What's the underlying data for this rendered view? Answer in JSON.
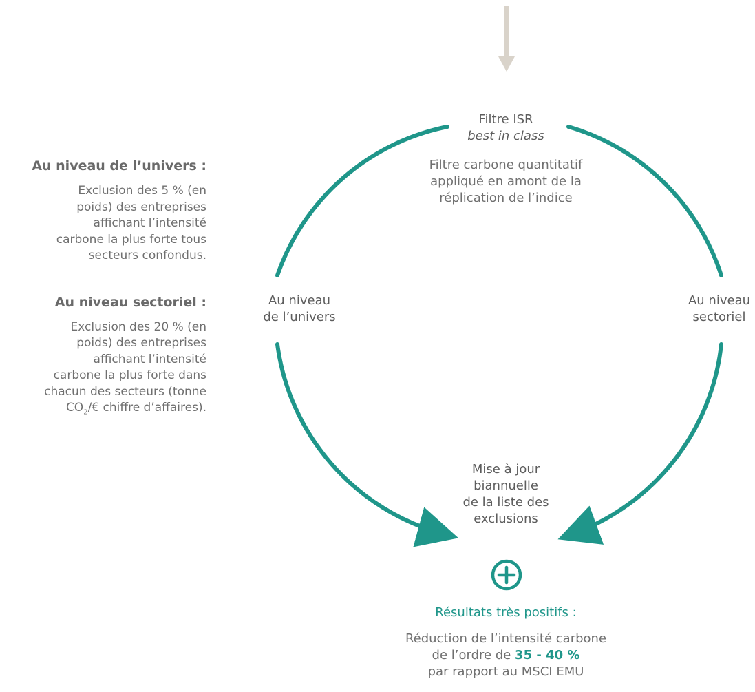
{
  "colors": {
    "teal": "#1f968a",
    "top_arrow": "#d9d3ca",
    "text": "#6f6f6f"
  },
  "left": {
    "univers_heading": "Au niveau de l’univers :",
    "univers_lines": [
      "Exclusion des 5 % (en",
      "poids) des entreprises",
      "affichant l’intensité",
      "carbone la plus forte tous",
      "secteurs confondus."
    ],
    "sectoriel_heading": "Au niveau sectoriel :",
    "sectoriel_lines": [
      "Exclusion des 20 % (en",
      "poids) des entreprises",
      "affichant l’intensité",
      "carbone la plus forte dans",
      "chacun des secteurs (tonne"
    ],
    "sectoriel_last_prefix": "CO",
    "sectoriel_last_subscript": "2",
    "sectoriel_last_suffix": "/€ chiffre d’affaires)."
  },
  "diagram": {
    "top_title": "Filtre ISR",
    "top_subtitle": "best in class",
    "top_desc": [
      "Filtre carbone quantitatif",
      "appliqué en amont de la",
      "réplication de l’indice"
    ],
    "left_label": [
      "Au niveau",
      "de l’univers"
    ],
    "right_label": [
      "Au niveau",
      "sectoriel"
    ],
    "bottom_label": [
      "Mise à jour",
      "biannuelle",
      "de la liste des",
      "exclusions"
    ],
    "plus_icon": "plus-circle-icon",
    "arrow_icon": "arrow-down-icon"
  },
  "results": {
    "title": "Résultats très positifs :",
    "line1": "Réduction de l’intensité carbone",
    "line2_prefix": "de l’ordre de ",
    "line2_value": "35 - 40 %",
    "line3": "par rapport au MSCI EMU"
  }
}
